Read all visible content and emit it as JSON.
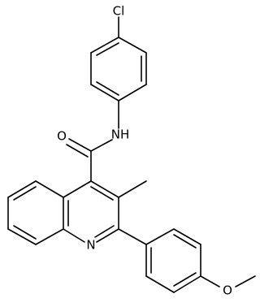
{
  "atoms": {
    "chlorine": "Cl",
    "amide_nitrogen": "NH",
    "carbonyl_oxygen": "O",
    "ring_nitrogen": "N",
    "ether_oxygen": "O"
  }
}
